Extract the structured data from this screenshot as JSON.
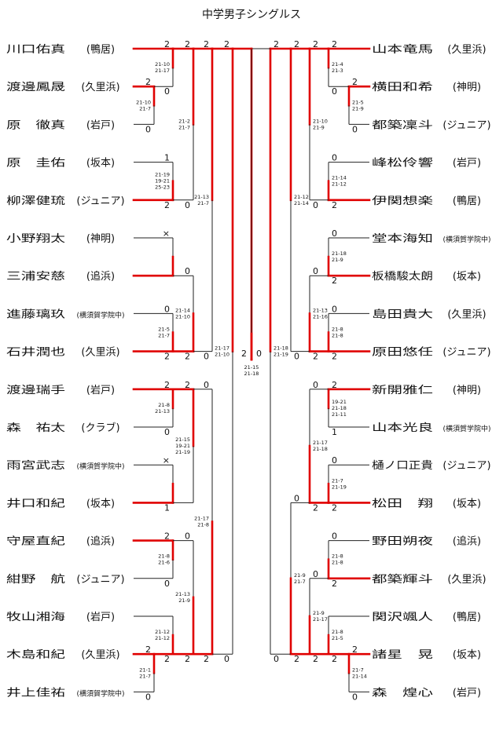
{
  "title": "中学男子シングルス",
  "left_players": [
    {
      "name": "川口佑真",
      "team": "鴨居"
    },
    {
      "name": "渡邊鳳晟",
      "team": "久里浜"
    },
    {
      "name": "原　徹真",
      "team": "岩戸"
    },
    {
      "name": "原　圭佑",
      "team": "坂本"
    },
    {
      "name": "柳澤健琉",
      "team": "ジュニア"
    },
    {
      "name": "小野翔太",
      "team": "神明"
    },
    {
      "name": "三浦安慈",
      "team": "追浜"
    },
    {
      "name": "進藤璃玖",
      "team": "横須賀学院中"
    },
    {
      "name": "石井潤也",
      "team": "久里浜"
    },
    {
      "name": "渡邊瑞手",
      "team": "岩戸"
    },
    {
      "name": "森　祐太",
      "team": "クラブ"
    },
    {
      "name": "雨宮武志",
      "team": "横須賀学院中"
    },
    {
      "name": "井口和紀",
      "team": "坂本"
    },
    {
      "name": "守屋直紀",
      "team": "追浜"
    },
    {
      "name": "紺野　航",
      "team": "ジュニア"
    },
    {
      "name": "牧山湘海",
      "team": "岩戸"
    },
    {
      "name": "木島和紀",
      "team": "久里浜"
    },
    {
      "name": "井上佳祐",
      "team": "横須賀学院中"
    }
  ],
  "right_players": [
    {
      "name": "山本竜馬",
      "team": "久里浜"
    },
    {
      "name": "横田和希",
      "team": "神明"
    },
    {
      "name": "都築凜斗",
      "team": "ジュニア"
    },
    {
      "name": "峰松伶響",
      "team": "岩戸"
    },
    {
      "name": "伊関想楽",
      "team": "鴨居"
    },
    {
      "name": "堂本海知",
      "team": "横須賀学院中"
    },
    {
      "name": "板橋駿太朗",
      "team": "坂本"
    },
    {
      "name": "島田貴大",
      "team": "久里浜"
    },
    {
      "name": "原田悠任",
      "team": "ジュニア"
    },
    {
      "name": "新開雅仁",
      "team": "神明"
    },
    {
      "name": "山本光良",
      "team": "横須賀学院中"
    },
    {
      "name": "樋ノ口正貴",
      "team": "ジュニア"
    },
    {
      "name": "松田　翔",
      "team": "坂本"
    },
    {
      "name": "野田朔夜",
      "team": "追浜"
    },
    {
      "name": "都築輝斗",
      "team": "久里浜"
    },
    {
      "name": "関沢颯人",
      "team": "鴨居"
    },
    {
      "name": "諸星　晃",
      "team": "坂本"
    },
    {
      "name": "森　煌心",
      "team": "岩戸"
    }
  ],
  "matches": [
    {
      "id": "L-R0-a",
      "side": "left",
      "round": 0,
      "a": [
        1
      ],
      "b": [
        2
      ],
      "winner": "a",
      "score_a": "2",
      "score_b": "0",
      "sets": [
        "21-10",
        "21-7"
      ]
    },
    {
      "id": "L-R0-b",
      "side": "left",
      "round": 0,
      "a": [
        16
      ],
      "b": [
        17
      ],
      "winner": "a",
      "score_a": "2",
      "score_b": "0",
      "sets": [
        "21-1",
        "21-7"
      ]
    },
    {
      "id": "L-R1-1",
      "side": "left",
      "round": 1,
      "a": [
        0
      ],
      "b": [
        1,
        2
      ],
      "winner": "a",
      "score_a": "2",
      "score_b": "0",
      "sets": [
        "21-10",
        "21-17"
      ]
    },
    {
      "id": "L-R1-2",
      "side": "left",
      "round": 1,
      "a": [
        3
      ],
      "b": [
        4
      ],
      "winner": "b",
      "score_a": "1",
      "score_b": "2",
      "sets": [
        "21-19",
        "19-21",
        "25-23"
      ]
    },
    {
      "id": "L-R1-3",
      "side": "left",
      "round": 1,
      "a": [
        5
      ],
      "b": [
        6
      ],
      "winner": "b",
      "score_a": "×",
      "score_b": "",
      "sets": []
    },
    {
      "id": "L-R1-4",
      "side": "left",
      "round": 1,
      "a": [
        7
      ],
      "b": [
        8
      ],
      "winner": "b",
      "score_a": "0",
      "score_b": "2",
      "sets": [
        "21-5",
        "21-7"
      ]
    },
    {
      "id": "L-R1-5",
      "side": "left",
      "round": 1,
      "a": [
        9
      ],
      "b": [
        10
      ],
      "winner": "a",
      "score_a": "2",
      "score_b": "0",
      "sets": [
        "21-8",
        "21-13"
      ]
    },
    {
      "id": "L-R1-6",
      "side": "left",
      "round": 1,
      "a": [
        11
      ],
      "b": [
        12
      ],
      "winner": "b",
      "score_a": "×",
      "score_b": "1",
      "sets": []
    },
    {
      "id": "L-R1-7",
      "side": "left",
      "round": 1,
      "a": [
        13
      ],
      "b": [
        14
      ],
      "winner": "a",
      "score_a": "2",
      "score_b": "0",
      "sets": [
        "21-8",
        "21-6"
      ]
    },
    {
      "id": "L-R1-8",
      "side": "left",
      "round": 1,
      "a": [
        15
      ],
      "b": [
        16,
        17
      ],
      "winner": "b",
      "score_a": "",
      "score_b": "2",
      "sets": [
        "21-12",
        "21-12"
      ]
    },
    {
      "id": "L-R2-1",
      "side": "left",
      "round": 2,
      "a": [
        0,
        1,
        2
      ],
      "b": [
        3,
        4
      ],
      "winner": "a",
      "score_a": "2",
      "score_b": "0",
      "sets": [
        "21-2",
        "21-7"
      ]
    },
    {
      "id": "L-R2-2",
      "side": "left",
      "round": 2,
      "a": [
        5,
        6
      ],
      "b": [
        7,
        8
      ],
      "winner": "b",
      "score_a": "0",
      "score_b": "2",
      "sets": [
        "21-14",
        "21-10"
      ]
    },
    {
      "id": "L-R2-3",
      "side": "left",
      "round": 2,
      "a": [
        9,
        10
      ],
      "b": [
        11,
        12
      ],
      "winner": "a",
      "score_a": "2",
      "score_b": "",
      "sets": [
        "21-15",
        "19-21",
        "21-19"
      ]
    },
    {
      "id": "L-R2-4",
      "side": "left",
      "round": 2,
      "a": [
        13,
        14
      ],
      "b": [
        15,
        16,
        17
      ],
      "winner": "b",
      "score_a": "0",
      "score_b": "2",
      "sets": [
        "21-13",
        "21-9"
      ]
    },
    {
      "id": "L-R3-1",
      "side": "left",
      "round": 3,
      "a": [
        0,
        1,
        2,
        3,
        4
      ],
      "b": [
        5,
        6,
        7,
        8
      ],
      "winner": "a",
      "score_a": "2",
      "score_b": "0",
      "sets": [
        "21-13",
        "21-7"
      ]
    },
    {
      "id": "L-R3-2",
      "side": "left",
      "round": 3,
      "a": [
        9,
        10,
        11,
        12
      ],
      "b": [
        13,
        14,
        15,
        16,
        17
      ],
      "winner": "b",
      "score_a": "0",
      "score_b": "2",
      "sets": [
        "21-17",
        "21-8"
      ]
    },
    {
      "id": "L-SF",
      "side": "left",
      "round": 4,
      "a": [
        0,
        1,
        2,
        3,
        4,
        5,
        6,
        7,
        8
      ],
      "b": [
        9,
        10,
        11,
        12,
        13,
        14,
        15,
        16,
        17
      ],
      "winner": "a",
      "score_a": "2",
      "score_b": "0",
      "sets": [
        "21-17",
        "21-10"
      ]
    },
    {
      "id": "R-R0-a",
      "side": "right",
      "round": 0,
      "a": [
        1
      ],
      "b": [
        2
      ],
      "winner": "a",
      "score_a": "2",
      "score_b": "0",
      "sets": [
        "21-5",
        "21-9"
      ]
    },
    {
      "id": "R-R0-b",
      "side": "right",
      "round": 0,
      "a": [
        16
      ],
      "b": [
        17
      ],
      "winner": "a",
      "score_a": "2",
      "score_b": "0",
      "sets": [
        "21-7",
        "21-14"
      ]
    },
    {
      "id": "R-R1-1",
      "side": "right",
      "round": 1,
      "a": [
        0
      ],
      "b": [
        1,
        2
      ],
      "winner": "a",
      "score_a": "2",
      "score_b": "0",
      "sets": [
        "21-4",
        "21-3"
      ]
    },
    {
      "id": "R-R1-2",
      "side": "right",
      "round": 1,
      "a": [
        3
      ],
      "b": [
        4
      ],
      "winner": "b",
      "score_a": "0",
      "score_b": "2",
      "sets": [
        "21-14",
        "21-12"
      ]
    },
    {
      "id": "R-R1-3",
      "side": "right",
      "round": 1,
      "a": [
        5
      ],
      "b": [
        6
      ],
      "winner": "b",
      "score_a": "0",
      "score_b": "2",
      "sets": [
        "21-18",
        "21-9"
      ]
    },
    {
      "id": "R-R1-4",
      "side": "right",
      "round": 1,
      "a": [
        7
      ],
      "b": [
        8
      ],
      "winner": "b",
      "score_a": "0",
      "score_b": "2",
      "sets": [
        "21-8",
        "21-8"
      ]
    },
    {
      "id": "R-R1-5",
      "side": "right",
      "round": 1,
      "a": [
        9
      ],
      "b": [
        10
      ],
      "winner": "a",
      "score_a": "2",
      "score_b": "1",
      "sets": [
        "19-21",
        "21-18",
        "21-11"
      ]
    },
    {
      "id": "R-R1-6",
      "side": "right",
      "round": 1,
      "a": [
        11
      ],
      "b": [
        12
      ],
      "winner": "b",
      "score_a": "0",
      "score_b": "2",
      "sets": [
        "21-7",
        "21-19"
      ]
    },
    {
      "id": "R-R1-7",
      "side": "right",
      "round": 1,
      "a": [
        13
      ],
      "b": [
        14
      ],
      "winner": "b",
      "score_a": "0",
      "score_b": "2",
      "sets": [
        "21-8",
        "21-8"
      ]
    },
    {
      "id": "R-R1-8",
      "side": "right",
      "round": 1,
      "a": [
        15
      ],
      "b": [
        16,
        17
      ],
      "winner": "b",
      "score_a": "",
      "score_b": "2",
      "sets": [
        "21-8",
        "21-5"
      ]
    },
    {
      "id": "R-R2-1",
      "side": "right",
      "round": 2,
      "a": [
        0,
        1,
        2
      ],
      "b": [
        3,
        4
      ],
      "winner": "a",
      "score_a": "2",
      "score_b": "0",
      "sets": [
        "21-10",
        "21-9"
      ]
    },
    {
      "id": "R-R2-2",
      "side": "right",
      "round": 2,
      "a": [
        5,
        6
      ],
      "b": [
        7,
        8
      ],
      "winner": "b",
      "score_a": "0",
      "score_b": "2",
      "sets": [
        "21-13",
        "21-16"
      ]
    },
    {
      "id": "R-R2-3",
      "side": "right",
      "round": 2,
      "a": [
        9,
        10
      ],
      "b": [
        11,
        12
      ],
      "winner": "b",
      "score_a": "0",
      "score_b": "2",
      "sets": [
        "21-17",
        "21-18"
      ]
    },
    {
      "id": "R-R2-4",
      "side": "right",
      "round": 2,
      "a": [
        13,
        14
      ],
      "b": [
        15,
        16,
        17
      ],
      "winner": "b",
      "score_a": "0",
      "score_b": "2",
      "sets": [
        "21-9",
        "21-17"
      ]
    },
    {
      "id": "R-R3-1",
      "side": "right",
      "round": 3,
      "a": [
        0,
        1,
        2,
        3,
        4
      ],
      "b": [
        5,
        6,
        7,
        8
      ],
      "winner": "a",
      "score_a": "2",
      "score_b": "0",
      "sets": [
        "21-12",
        "21-14"
      ]
    },
    {
      "id": "R-R3-2",
      "side": "right",
      "round": 3,
      "a": [
        9,
        10,
        11,
        12
      ],
      "b": [
        13,
        14,
        15,
        16,
        17
      ],
      "winner": "b",
      "score_a": "0",
      "score_b": "2",
      "sets": [
        "21-9",
        "21-7"
      ]
    },
    {
      "id": "R-SF",
      "side": "right",
      "round": 4,
      "a": [
        0,
        1,
        2,
        3,
        4,
        5,
        6,
        7,
        8
      ],
      "b": [
        9,
        10,
        11,
        12,
        13,
        14,
        15,
        16,
        17
      ],
      "winner": "a",
      "score_a": "2",
      "score_b": "0",
      "sets": [
        "21-18",
        "21-19"
      ]
    }
  ],
  "final": {
    "left_score": "2",
    "right_score": "0",
    "winner": "left",
    "sets": [
      "21-15",
      "21-18"
    ]
  },
  "colors": {
    "winner_line": "#e00000",
    "loser_line": "#222222",
    "text": "#111111"
  }
}
